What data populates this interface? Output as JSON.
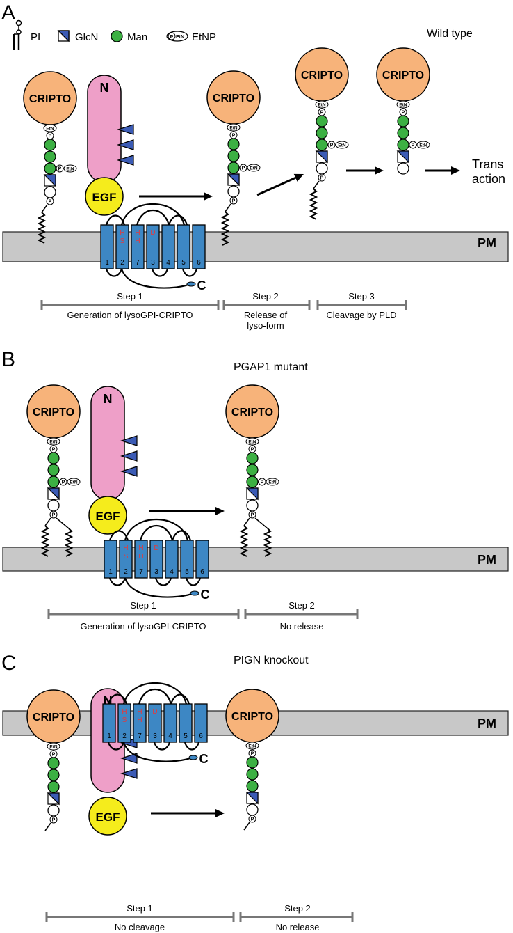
{
  "legend": {
    "pi": "PI",
    "glcn": "GlcN",
    "man": "Man",
    "etnp": "EtNP",
    "p_glyph": "P",
    "etn_glyph": "EtN"
  },
  "common": {
    "cripto": "CRIPTO",
    "pm": "PM",
    "n_term": "N",
    "c_term": "C",
    "egf": "EGF",
    "p": "P",
    "etn": "EtN",
    "tm_numbers": [
      "1",
      "2",
      "7",
      "3",
      "4",
      "5",
      "6"
    ],
    "residues": {
      "hs_h": "H",
      "hs_s": "S",
      "hh_h1": "H",
      "hh_h2": "H",
      "d": "D"
    }
  },
  "panels": [
    {
      "letter": "A",
      "condition": "Wild type",
      "trans_action": [
        "Trans",
        "action"
      ],
      "steps": [
        {
          "title": "Step 1",
          "desc": [
            "Generation of lysoGPI-CRIPTO"
          ]
        },
        {
          "title": "Step 2",
          "desc": [
            "Release of",
            "lyso-form"
          ]
        },
        {
          "title": "Step 3",
          "desc": [
            "Cleavage by PLD"
          ]
        }
      ]
    },
    {
      "letter": "B",
      "condition": "PGAP1 mutant",
      "steps": [
        {
          "title": "Step 1",
          "desc": [
            "Generation of lysoGPI-CRIPTO"
          ]
        },
        {
          "title": "Step 2",
          "desc": [
            "No release"
          ]
        }
      ]
    },
    {
      "letter": "C",
      "condition": "PIGN knockout",
      "steps": [
        {
          "title": "Step 1",
          "desc": [
            "No cleavage"
          ]
        },
        {
          "title": "Step 2",
          "desc": [
            "No release"
          ]
        }
      ]
    }
  ],
  "colors": {
    "cripto": "#f7b37a",
    "man": "#3cb043",
    "glcn": "#3b5bb5",
    "pgap": "#ee9fc8",
    "egf": "#f5ec1c",
    "tm": "#3d87c4",
    "membrane": "#c8c8c8",
    "residue": "#e4393c",
    "bar": "#777777"
  }
}
